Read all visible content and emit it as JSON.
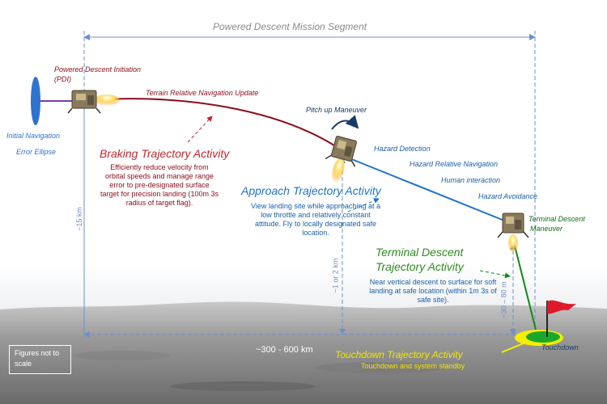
{
  "header": {
    "segment_title": "Powered Descent Mission Segment"
  },
  "start": {
    "pdi_label_line1": "Powered Descent Initiation",
    "pdi_label_line2": "(PDI)",
    "ellipse_label_line1": "Initial Navigation",
    "ellipse_label_line2": "Error Ellipse"
  },
  "braking": {
    "trn_label": "Terrain Relative Navigation Update",
    "title": "Braking Trajectory Activity",
    "desc_line1": "Efficiently reduce velocity from",
    "desc_line2": "orbital speeds and manage range",
    "desc_line3": "error to pre-designated surface",
    "desc_line4": "target for precision landing (100m 3s",
    "desc_line5": "radius of target flag)."
  },
  "pitch_label": "Pitch up Maneuver",
  "approach": {
    "title": "Approach Trajectory Activity",
    "desc_line1": "View landing site while approaching at a",
    "desc_line2": "low throttle and relatively constant",
    "desc_line3": "attitude.  Fly to locally designated safe",
    "desc_line4": "location.",
    "notes": [
      "Hazard Detection",
      "Hazard Relative Navigation",
      "Human interaction",
      "Hazard Avoidance"
    ]
  },
  "terminal": {
    "maneuver_line1": "Terminal Descent",
    "maneuver_line2": "Maneuver",
    "title_line1": "Terminal Descent",
    "title_line2": "Trajectory Activity",
    "desc_line1": "Near vertical descent to surface for soft",
    "desc_line2": "landing at safe location (within 1m 3s of",
    "desc_line3": "safe site)."
  },
  "touchdown": {
    "marker_label": "Touchdown",
    "title": "Touchdown Trajectory Activity",
    "desc": "Touchdown and system standby"
  },
  "dimensions": {
    "altitude_pdi": "~15 km",
    "altitude_approach": "~1 or 2 km",
    "altitude_terminal": "~30 – 80 m",
    "range": "~300 - 600 km"
  },
  "footer_note_line1": "Figures not to",
  "footer_note_line2": "scale",
  "colors": {
    "braking": "#8b0d1a",
    "approach": "#1e73c8",
    "terminal": "#0f8a16",
    "flag": "#e0192a",
    "touchdown_ring": "#f5ee00",
    "ellipse": "#2f73d2",
    "dimension_lines": "#6f8fc9"
  },
  "icons": [
    "lander-icon",
    "pitch-arrow-icon",
    "flag-icon",
    "ellipse-icon"
  ]
}
